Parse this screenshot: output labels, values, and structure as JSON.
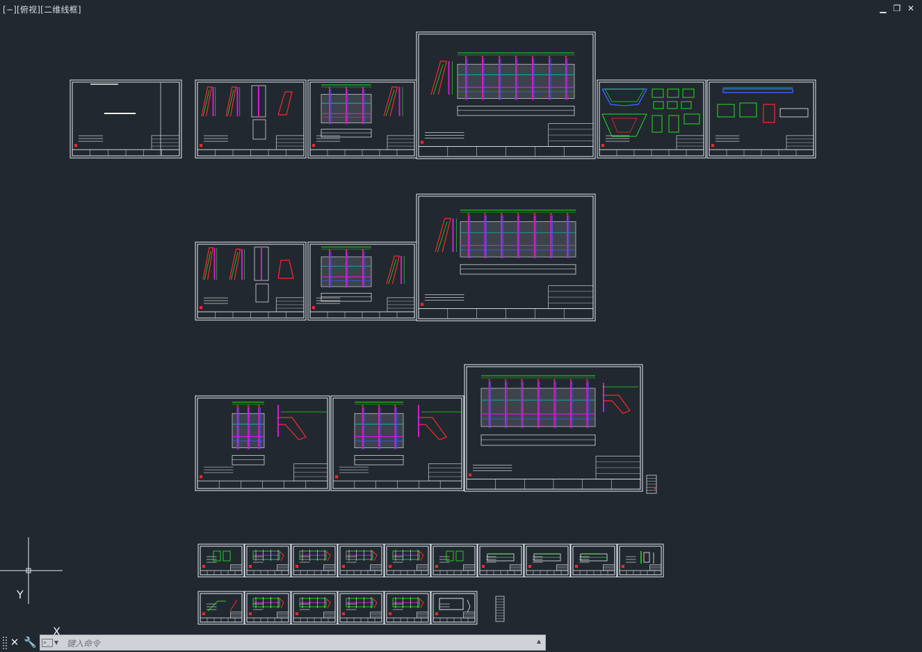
{
  "viewport": {
    "label": "[−][俯视][二维线框]"
  },
  "window_controls": {
    "minimize": "▁",
    "restore": "❐",
    "close": "✕"
  },
  "colors": {
    "background": "#212830",
    "sheet_border": "#e8ecf0",
    "green": "#22e022",
    "magenta": "#d21cd2",
    "blue": "#3a5cff",
    "red": "#ff2a2a",
    "cyan": "#00d6d6",
    "yellow": "#e6e620",
    "white": "#f2f2f2"
  },
  "ucs": {
    "y_label": "Y",
    "x_label": "X"
  },
  "command_line": {
    "placeholder": "键入命令",
    "close_icon": "close-icon",
    "tools_icon": "wrench-icon",
    "prompt_icon": "command-prompt-icon"
  }
}
